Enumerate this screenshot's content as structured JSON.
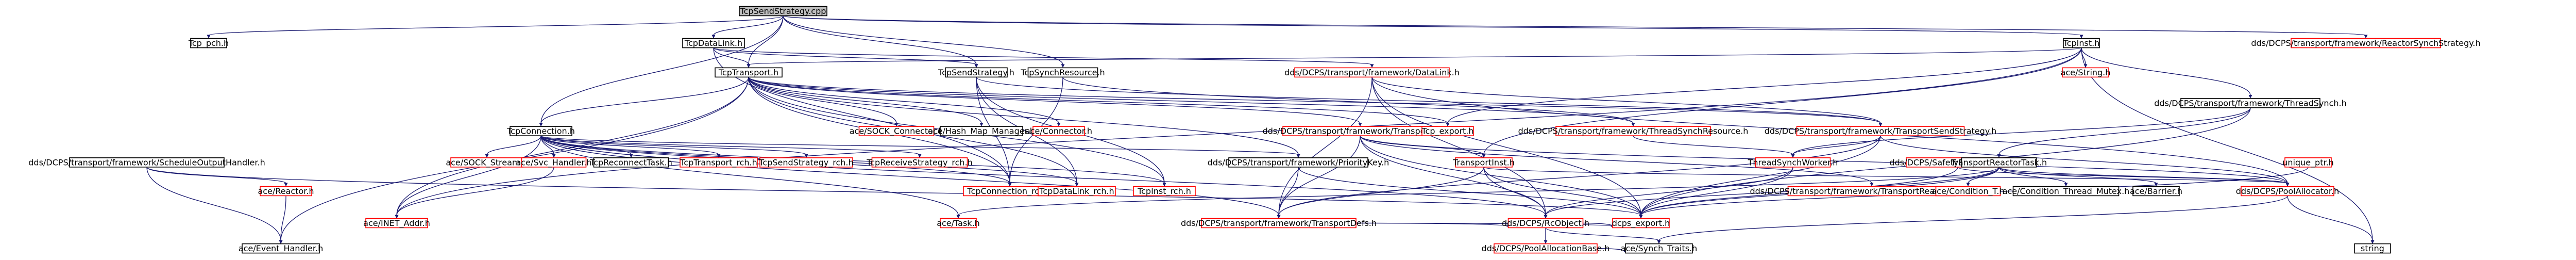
{
  "colors": {
    "node_border": "#000000",
    "missing_node_border": "#ff0000",
    "root_fill": "#bfbfbf",
    "node_fill": "#ffffff",
    "edge": "#191970",
    "text": "#000000"
  },
  "root": "TcpSendStrategy.cpp",
  "nodes": [
    {
      "id": "n0",
      "label": "TcpSendStrategy.cpp",
      "root": true,
      "missing": false
    },
    {
      "id": "n1",
      "label": "Tcp_pch.h",
      "missing": false
    },
    {
      "id": "n2",
      "label": "TcpDataLink.h",
      "missing": false
    },
    {
      "id": "n3",
      "label": "TcpInst.h",
      "missing": false
    },
    {
      "id": "n4",
      "label": "dds/DCPS/transport/framework/ReactorSynchStrategy.h",
      "missing": true
    },
    {
      "id": "n5",
      "label": "TcpTransport.h",
      "missing": false
    },
    {
      "id": "n6",
      "label": "TcpSendStrategy.h",
      "missing": false
    },
    {
      "id": "n7",
      "label": "TcpSynchResource.h",
      "missing": false
    },
    {
      "id": "n8",
      "label": "dds/DCPS/transport/framework/DataLink.h",
      "missing": true
    },
    {
      "id": "n9",
      "label": "ace/String.h",
      "missing": true
    },
    {
      "id": "n10",
      "label": "dds/DCPS/transport/framework/ThreadSynch.h",
      "missing": false
    },
    {
      "id": "n11",
      "label": "TcpConnection.h",
      "missing": false
    },
    {
      "id": "n12",
      "label": "ace/SOCK_Connector.h",
      "missing": true
    },
    {
      "id": "n13",
      "label": "ace/Hash_Map_Manager.h",
      "missing": false
    },
    {
      "id": "n14",
      "label": "ace/Connector.h",
      "missing": true
    },
    {
      "id": "n15",
      "label": "dds/DCPS/transport/framework/TransportImpl.h",
      "missing": true
    },
    {
      "id": "n16",
      "label": "dds/DCPS/transport/framework/ThreadSynchResource.h",
      "missing": true
    },
    {
      "id": "n17",
      "label": "dds/DCPS/transport/framework/TransportSendStrategy.h",
      "missing": true
    },
    {
      "id": "n18",
      "label": "Tcp_export.h",
      "missing": true
    },
    {
      "id": "n19",
      "label": "dds/DCPS/transport/framework/ScheduleOutputHandler.h",
      "missing": false
    },
    {
      "id": "n20",
      "label": "ace/SOCK_Stream.h",
      "missing": true
    },
    {
      "id": "n21",
      "label": "ace/Svc_Handler.h",
      "missing": true
    },
    {
      "id": "n22",
      "label": "TcpReconnectTask.h",
      "missing": false
    },
    {
      "id": "n23",
      "label": "TcpTransport_rch.h",
      "missing": true
    },
    {
      "id": "n24",
      "label": "TcpSendStrategy_rch.h",
      "missing": true
    },
    {
      "id": "n25",
      "label": "TcpReceiveStrategy_rch.h",
      "missing": true
    },
    {
      "id": "n26",
      "label": "TcpConnection_rch.h",
      "missing": true
    },
    {
      "id": "n27",
      "label": "TcpDataLink_rch.h",
      "missing": true
    },
    {
      "id": "n28",
      "label": "TcpInst_rch.h",
      "missing": true
    },
    {
      "id": "n29",
      "label": "dds/DCPS/transport/framework/PriorityKey.h",
      "missing": false
    },
    {
      "id": "n30",
      "label": "dds/DCPS/transport/framework/TransportReactorTask_rch.h",
      "missing": true
    },
    {
      "id": "n31",
      "label": "TransportInst.h",
      "missing": true
    },
    {
      "id": "n32",
      "label": "ThreadSynchWorker.h",
      "missing": true
    },
    {
      "id": "n33",
      "label": "dds/DCPS/SafetyProfileStreams.h",
      "missing": true
    },
    {
      "id": "n34",
      "label": "TransportReactorTask.h",
      "missing": false
    },
    {
      "id": "n35",
      "label": "unique_ptr.h",
      "missing": true
    },
    {
      "id": "n36",
      "label": "ace/Reactor.h",
      "missing": true
    },
    {
      "id": "n37",
      "label": "ace/INET_Addr.h",
      "missing": true
    },
    {
      "id": "n38",
      "label": "ace/Task.h",
      "missing": true
    },
    {
      "id": "n39",
      "label": "dds/DCPS/transport/framework/TransportDefs.h",
      "missing": true
    },
    {
      "id": "n40",
      "label": "dds/DCPS/RcObject.h",
      "missing": true
    },
    {
      "id": "n41",
      "label": "dcps_export.h",
      "missing": true
    },
    {
      "id": "n42",
      "label": "ace/Condition_T.h",
      "missing": true
    },
    {
      "id": "n43",
      "label": "ace/Condition_Thread_Mutex.h",
      "missing": false
    },
    {
      "id": "n44",
      "label": "ace/Barrier.h",
      "missing": false
    },
    {
      "id": "n45",
      "label": "dds/DCPS/PoolAllocator.h",
      "missing": true
    },
    {
      "id": "n46",
      "label": "ace/Event_Handler.h",
      "missing": false
    },
    {
      "id": "n47",
      "label": "dds/DCPS/PoolAllocationBase.h",
      "missing": true
    },
    {
      "id": "n48",
      "label": "ace/Synch_Traits.h",
      "missing": false
    },
    {
      "id": "n49",
      "label": "string",
      "missing": false
    }
  ],
  "edges": [
    [
      "n0",
      "n1"
    ],
    [
      "n0",
      "n2"
    ],
    [
      "n0",
      "n3"
    ],
    [
      "n0",
      "n4"
    ],
    [
      "n0",
      "n5"
    ],
    [
      "n0",
      "n6"
    ],
    [
      "n0",
      "n7"
    ],
    [
      "n0",
      "n11"
    ],
    [
      "n2",
      "n5"
    ],
    [
      "n2",
      "n8"
    ],
    [
      "n2",
      "n6"
    ],
    [
      "n2",
      "n26"
    ],
    [
      "n3",
      "n9"
    ],
    [
      "n3",
      "n18"
    ],
    [
      "n3",
      "n31"
    ],
    [
      "n3",
      "n37"
    ],
    [
      "n3",
      "n5"
    ],
    [
      "n3",
      "n10"
    ],
    [
      "n3",
      "n49"
    ],
    [
      "n5",
      "n12"
    ],
    [
      "n5",
      "n13"
    ],
    [
      "n5",
      "n14"
    ],
    [
      "n5",
      "n15"
    ],
    [
      "n5",
      "n16"
    ],
    [
      "n5",
      "n17"
    ],
    [
      "n5",
      "n18"
    ],
    [
      "n5",
      "n11"
    ],
    [
      "n5",
      "n26"
    ],
    [
      "n5",
      "n27"
    ],
    [
      "n5",
      "n28"
    ],
    [
      "n5",
      "n29"
    ],
    [
      "n5",
      "n37"
    ],
    [
      "n5",
      "n46"
    ],
    [
      "n6",
      "n17"
    ],
    [
      "n6",
      "n26"
    ],
    [
      "n6",
      "n27"
    ],
    [
      "n6",
      "n28"
    ],
    [
      "n7",
      "n16"
    ],
    [
      "n7",
      "n26"
    ],
    [
      "n8",
      "n17"
    ],
    [
      "n8",
      "n40"
    ],
    [
      "n8",
      "n39"
    ],
    [
      "n8",
      "n41"
    ],
    [
      "n8",
      "n45"
    ],
    [
      "n10",
      "n32"
    ],
    [
      "n10",
      "n34"
    ],
    [
      "n10",
      "n41"
    ],
    [
      "n11",
      "n20"
    ],
    [
      "n11",
      "n21"
    ],
    [
      "n11",
      "n22"
    ],
    [
      "n11",
      "n23"
    ],
    [
      "n11",
      "n24"
    ],
    [
      "n11",
      "n25"
    ],
    [
      "n11",
      "n26"
    ],
    [
      "n11",
      "n27"
    ],
    [
      "n11",
      "n28"
    ],
    [
      "n11",
      "n29"
    ],
    [
      "n11",
      "n37"
    ],
    [
      "n11",
      "n38"
    ],
    [
      "n11",
      "n39"
    ],
    [
      "n11",
      "n40"
    ],
    [
      "n15",
      "n30"
    ],
    [
      "n15",
      "n31"
    ],
    [
      "n15",
      "n39"
    ],
    [
      "n15",
      "n40"
    ],
    [
      "n15",
      "n41"
    ],
    [
      "n15",
      "n45"
    ],
    [
      "n16",
      "n32"
    ],
    [
      "n17",
      "n32"
    ],
    [
      "n17",
      "n39"
    ],
    [
      "n17",
      "n41"
    ],
    [
      "n17",
      "n45"
    ],
    [
      "n19",
      "n36"
    ],
    [
      "n19",
      "n46"
    ],
    [
      "n19",
      "n41"
    ],
    [
      "n21",
      "n37"
    ],
    [
      "n29",
      "n39"
    ],
    [
      "n29",
      "n41"
    ],
    [
      "n31",
      "n39"
    ],
    [
      "n31",
      "n40"
    ],
    [
      "n31",
      "n41"
    ],
    [
      "n31",
      "n45"
    ],
    [
      "n32",
      "n40"
    ],
    [
      "n32",
      "n41"
    ],
    [
      "n33",
      "n41"
    ],
    [
      "n33",
      "n45"
    ],
    [
      "n34",
      "n38"
    ],
    [
      "n34",
      "n42"
    ],
    [
      "n34",
      "n43"
    ],
    [
      "n34",
      "n44"
    ],
    [
      "n34",
      "n41"
    ],
    [
      "n34",
      "n45"
    ],
    [
      "n34",
      "n40"
    ],
    [
      "n35",
      "n41"
    ],
    [
      "n36",
      "n46"
    ],
    [
      "n39",
      "n40"
    ],
    [
      "n39",
      "n41"
    ],
    [
      "n40",
      "n47"
    ],
    [
      "n40",
      "n48"
    ],
    [
      "n40",
      "n41"
    ],
    [
      "n45",
      "n49"
    ],
    [
      "n45",
      "n48"
    ],
    [
      "n47",
      "n48"
    ]
  ]
}
